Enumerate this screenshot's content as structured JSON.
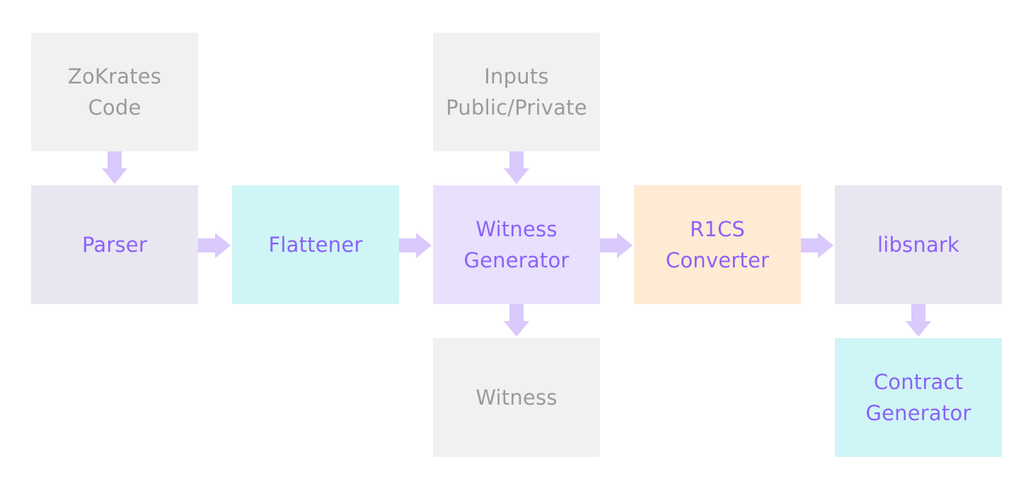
{
  "nodes": {
    "zokrates_code": "ZoKrates\nCode",
    "inputs": "Inputs\nPublic/Private",
    "parser": "Parser",
    "flattener": "Flattener",
    "witness_generator": "Witness\nGenerator",
    "r1cs_converter": "R1CS\nConverter",
    "libsnark": "libsnark",
    "witness": "Witness",
    "contract_generator": "Contract\nGenerator"
  },
  "colors": {
    "neutral_fill": "#f1f1f1",
    "neutral_text": "#9a9a9a",
    "stage_text": "#8b62f7",
    "parser_fill": "#e8e6f0",
    "flattener_fill": "#cff5f6",
    "witness_generator_fill": "#e8e0fd",
    "r1cs_converter_fill": "#ffebd4",
    "libsnark_fill": "#e8e6f0",
    "contract_generator_fill": "#cff5f6",
    "arrow": "#d9c9fc"
  }
}
